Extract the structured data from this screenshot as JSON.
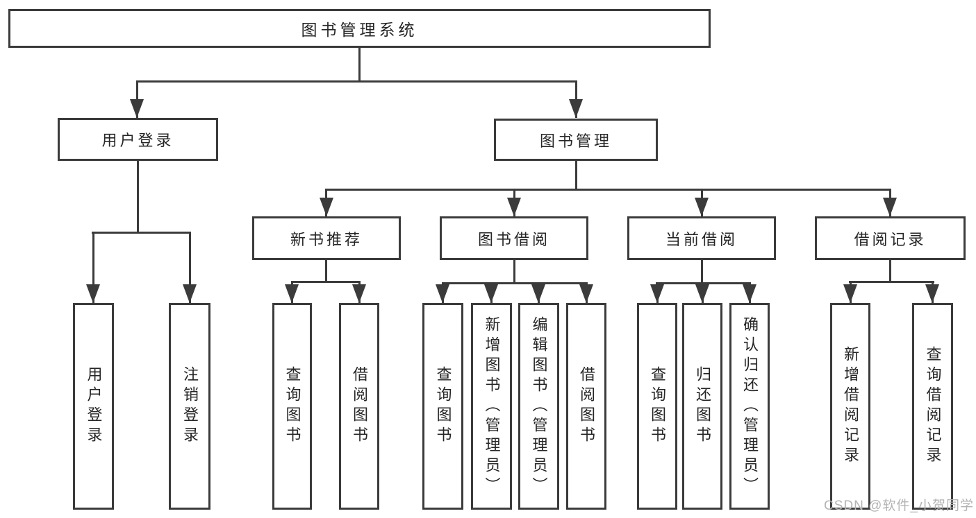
{
  "tree": {
    "root": "图书管理系统",
    "branches": [
      {
        "label": "用户登录",
        "children": [
          "用户登录",
          "注销登录"
        ]
      },
      {
        "label": "图书管理",
        "children": [
          {
            "label": "新书推荐",
            "children": [
              "查询图书",
              "借阅图书"
            ]
          },
          {
            "label": "图书借阅",
            "children": [
              "查询图书",
              "新增图书（管理员）",
              "编辑图书（管理员）",
              "借阅图书"
            ]
          },
          {
            "label": "当前借阅",
            "children": [
              "查询图书",
              "归还图书",
              "确认归还（管理员）"
            ]
          },
          {
            "label": "借阅记录",
            "children": [
              "新增借阅记录",
              "查询借阅记录"
            ]
          }
        ]
      }
    ]
  },
  "colors": {
    "line": "#3b3b3b",
    "text": "#262626",
    "watermark": "#b3b3b3",
    "background": "#ffffff"
  },
  "watermark": {
    "text": "CSDN @软件_小贺同学"
  }
}
